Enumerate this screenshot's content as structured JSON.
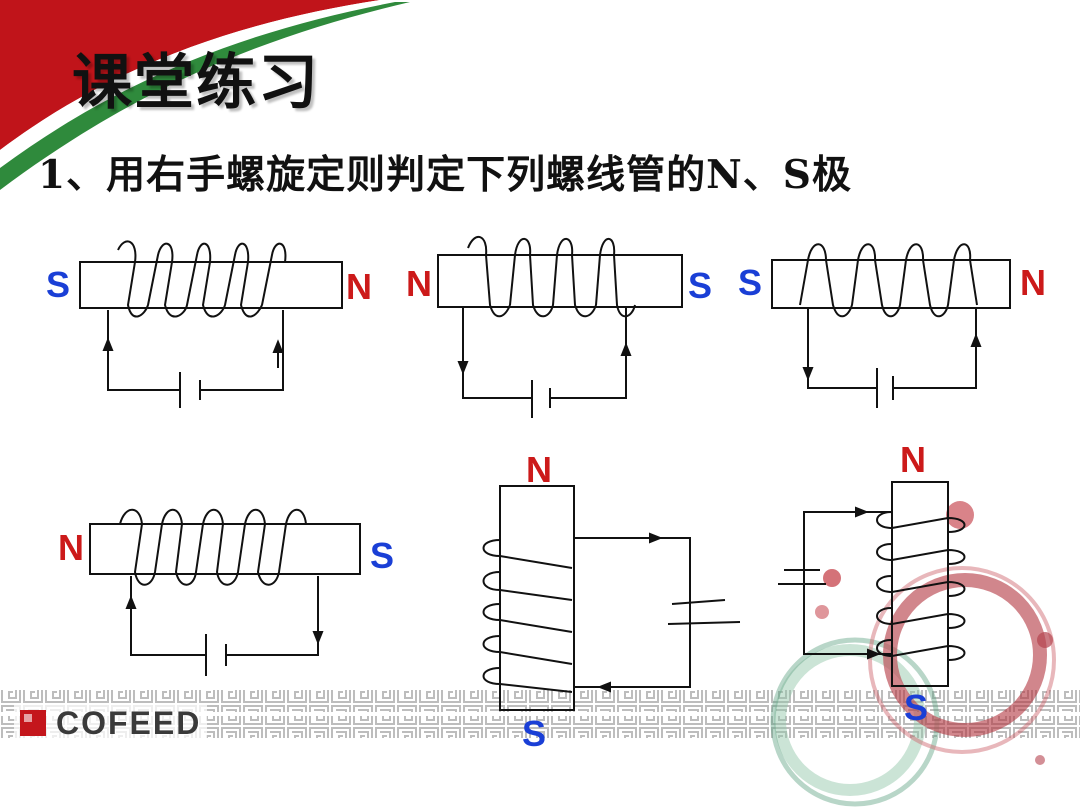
{
  "slide": {
    "title": "课堂练习",
    "question": "1、用右手螺旋定则判定下列螺线管的N、S极"
  },
  "diagrams": [
    {
      "left_pole": "S",
      "right_pole": "N"
    },
    {
      "left_pole": "N",
      "right_pole": "S"
    },
    {
      "left_pole": "S",
      "right_pole": "N"
    },
    {
      "left_pole": "N",
      "right_pole": "S"
    },
    {
      "top_pole": "N",
      "bottom_pole": "S"
    },
    {
      "top_pole": "N",
      "bottom_pole": "S"
    }
  ],
  "brand": {
    "name": "COFEED"
  },
  "colors": {
    "pole_text": "#1a3fd6",
    "pole_text_alt": "#cc1a1a",
    "corner_red": "#c0141a",
    "corner_green": "#2f8a3c",
    "border_pattern": "#b9b9b9"
  }
}
